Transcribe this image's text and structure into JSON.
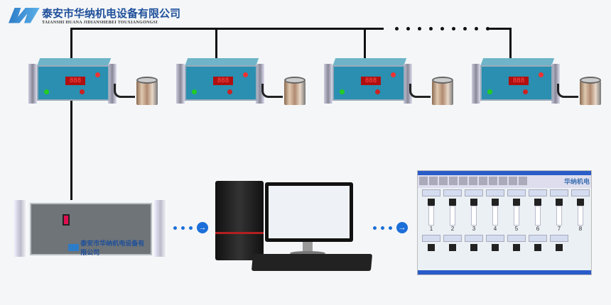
{
  "company": {
    "name_cn": "泰安市华纳机电设备有限公司",
    "name_en": "TAIANSHI HUANA JIDIANSHEBEI TOUXIANGONGSI"
  },
  "devices": [
    {
      "display": "888"
    },
    {
      "display": "888"
    },
    {
      "display": "888"
    },
    {
      "display": "888"
    }
  ],
  "controller": {
    "logo_text": "泰安市华纳机电设备有限公司"
  },
  "arrow_icon": "→",
  "software": {
    "logo_text": "华纳机电",
    "tubes": [
      "1",
      "2",
      "3",
      "4",
      "5",
      "6",
      "7",
      "8"
    ]
  },
  "colors": {
    "brand": "#1e4f9a",
    "arrow": "#1c6fd8"
  }
}
